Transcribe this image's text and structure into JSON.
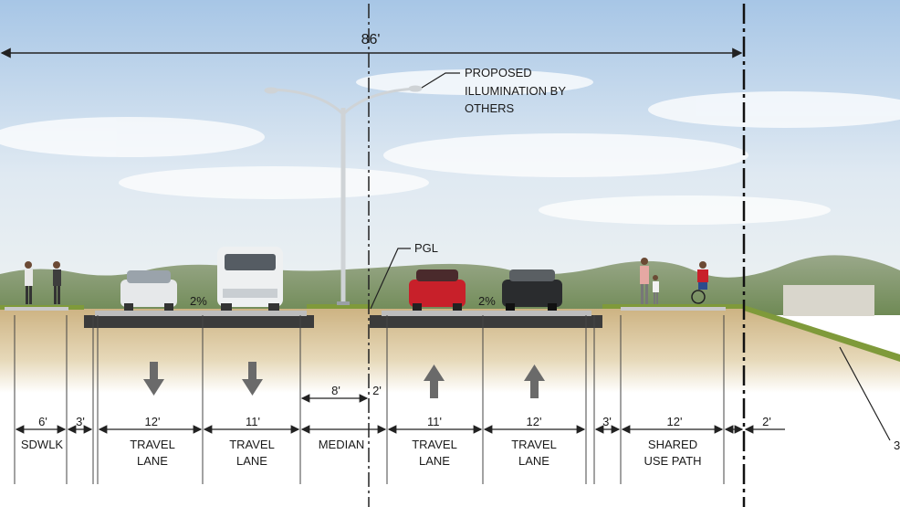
{
  "overall_width": "86'",
  "callouts": {
    "illumination": [
      "PROPOSED",
      "ILLUMINATION BY",
      "OTHERS"
    ],
    "pgl": "PGL",
    "edge_mark": "3"
  },
  "slopes": {
    "left": "2%",
    "right": "2%"
  },
  "dimensions": [
    "6'",
    "3'",
    "12'",
    "11'",
    "8'",
    "2'",
    "11'",
    "12'",
    "3'",
    "12'",
    "2'"
  ],
  "lane_labels": [
    {
      "line1": "SDWLK",
      "line2": ""
    },
    {
      "line1": "TRAVEL",
      "line2": "LANE"
    },
    {
      "line1": "TRAVEL",
      "line2": "LANE"
    },
    {
      "line1": "MEDIAN",
      "line2": ""
    },
    {
      "line1": "TRAVEL",
      "line2": "LANE"
    },
    {
      "line1": "TRAVEL",
      "line2": "LANE"
    },
    {
      "line1": "SHARED",
      "line2": "USE PATH"
    }
  ],
  "colors": {
    "sky_top": "#a9c9e8",
    "sky_bottom": "#eef3f6",
    "soil": "#cfb88a",
    "pavement": "#3b3b3b",
    "grass": "#7f9a3a",
    "arrow": "#6a6a6a",
    "car_red": "#c8202a",
    "line": "#222222"
  }
}
